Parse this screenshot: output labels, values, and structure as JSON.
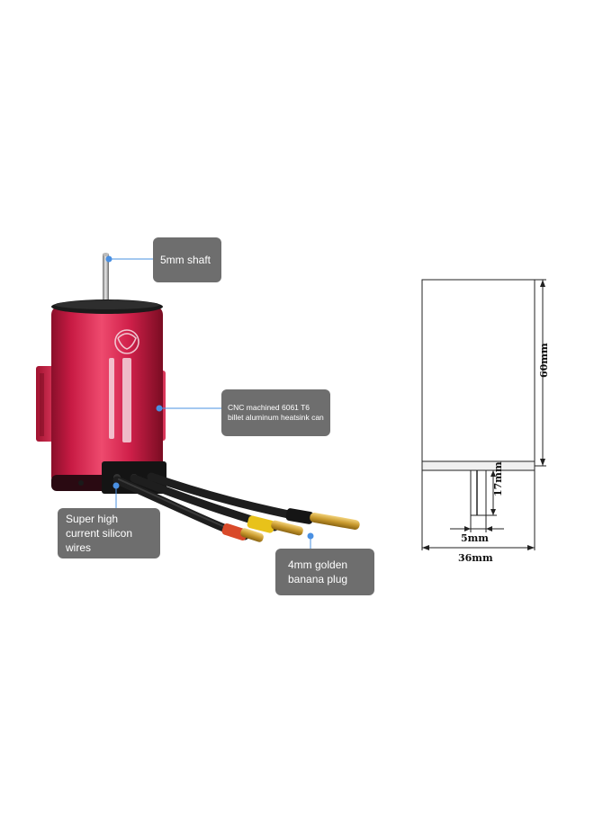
{
  "callouts": {
    "shaft": "5mm shaft",
    "heatsink": "CNC machined 6061 T6 billet aluminum heatsink can",
    "wires": "Super high current silicon wires",
    "plug": "4mm golden banana plug"
  },
  "dimensions": {
    "height": "60mm",
    "shaft_length": "17mm",
    "shaft_diameter": "5mm",
    "body_diameter": "36mm"
  },
  "colors": {
    "motor_red": "#d21f48",
    "callout_gray": "#6e6e6e",
    "leader_blue": "#4a90e2"
  }
}
